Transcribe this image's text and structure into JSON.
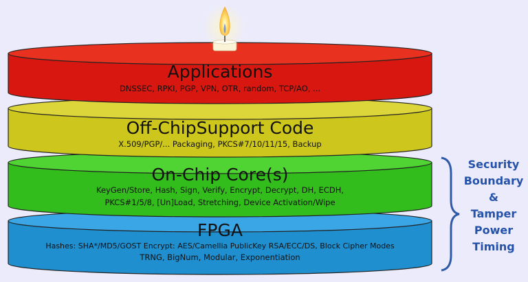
{
  "layers": [
    {
      "title": "Applications",
      "lines": [
        "DNSSEC, RPKI, PGP, VPN, OTR, random, TCP/AO, ..."
      ],
      "color": "#de1a12"
    },
    {
      "title": "Off-ChipSupport Code",
      "lines": [
        "X.509/PGP/... Packaging, PKCS#7/10/11/15, Backup"
      ],
      "color": "#d2cc1e"
    },
    {
      "title": "On-Chip Core(s)",
      "lines": [
        "KeyGen/Store, Hash, Sign, Verify, Encrypt, Decrypt, DH, ECDH,",
        "PKCS#1/5/8, [Un]Load, Stretching, Device Activation/Wipe"
      ],
      "color": "#39c420"
    },
    {
      "title": "FPGA",
      "lines": [
        "Hashes: SHA*/MD5/GOST   Encrypt: AES/Camellia   PublicKey RSA/ECC/DS, Block Cipher Modes",
        "TRNG, BigNum, Modular, Exponentiation"
      ],
      "color": "#2196d8"
    }
  ],
  "boundary": {
    "lines": [
      "Security",
      "Boundary",
      "&",
      "Tamper",
      "Power",
      "Timing"
    ],
    "color": "#2452a8"
  },
  "candle": {
    "icon": "candle-icon"
  }
}
